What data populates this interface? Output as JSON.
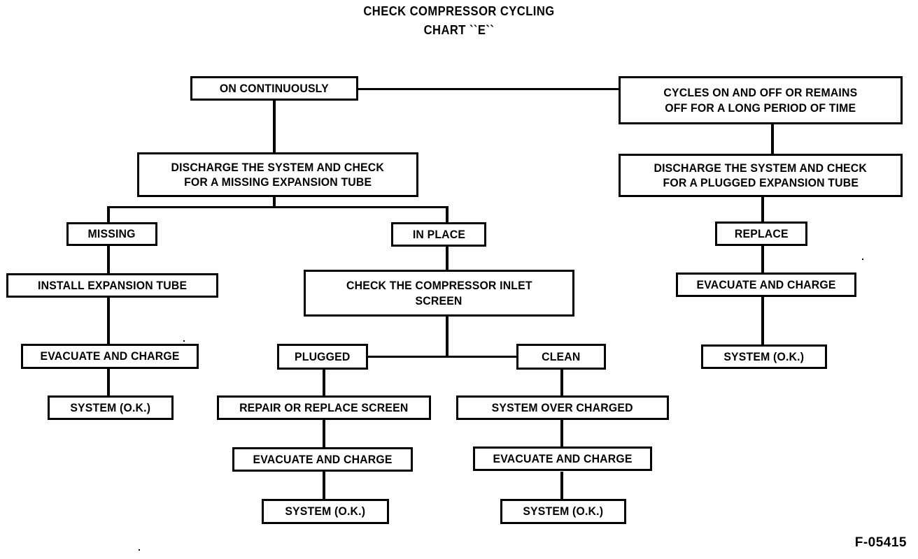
{
  "chart_data": {
    "type": "diagram",
    "title": "CHECK COMPRESSOR CYCLING",
    "subtitle": "CHART ``E``",
    "footer_code": "F-05415",
    "nodes": [
      {
        "id": "on_continuously",
        "label": "ON CONTINUOUSLY"
      },
      {
        "id": "cycles_on_off",
        "label": "CYCLES ON AND OFF OR REMAINS OFF FOR A LONG PERIOD OF TIME"
      },
      {
        "id": "discharge_missing",
        "label": "DISCHARGE THE SYSTEM AND CHECK FOR A MISSING EXPANSION TUBE"
      },
      {
        "id": "discharge_plugged",
        "label": "DISCHARGE THE SYSTEM AND CHECK FOR A PLUGGED EXPANSION TUBE"
      },
      {
        "id": "missing",
        "label": "MISSING"
      },
      {
        "id": "in_place",
        "label": "IN PLACE"
      },
      {
        "id": "replace",
        "label": "REPLACE"
      },
      {
        "id": "install_tube",
        "label": "INSTALL EXPANSION TUBE"
      },
      {
        "id": "check_screen",
        "label": "CHECK THE COMPRESSOR INLET SCREEN"
      },
      {
        "id": "evac_right",
        "label": "EVACUATE AND CHARGE"
      },
      {
        "id": "evac_left",
        "label": "EVACUATE AND CHARGE"
      },
      {
        "id": "plugged",
        "label": "PLUGGED"
      },
      {
        "id": "clean",
        "label": "CLEAN"
      },
      {
        "id": "system_ok_right",
        "label": "SYSTEM (O.K.)"
      },
      {
        "id": "system_ok_left",
        "label": "SYSTEM (O.K.)"
      },
      {
        "id": "repair_screen",
        "label": "REPAIR OR REPLACE SCREEN"
      },
      {
        "id": "system_overcharged",
        "label": "SYSTEM OVER CHARGED"
      },
      {
        "id": "evac_mid",
        "label": "EVACUATE AND CHARGE"
      },
      {
        "id": "evac_mid2",
        "label": "EVACUATE AND CHARGE"
      },
      {
        "id": "system_ok_mid",
        "label": "SYSTEM (O.K.)"
      },
      {
        "id": "system_ok_mid2",
        "label": "SYSTEM (O.K.)"
      }
    ],
    "edges": [
      {
        "from": "on_continuously",
        "to": "cycles_on_off"
      },
      {
        "from": "on_continuously",
        "to": "discharge_missing"
      },
      {
        "from": "cycles_on_off",
        "to": "discharge_plugged"
      },
      {
        "from": "discharge_missing",
        "to": "missing"
      },
      {
        "from": "discharge_missing",
        "to": "in_place"
      },
      {
        "from": "discharge_plugged",
        "to": "replace"
      },
      {
        "from": "missing",
        "to": "install_tube"
      },
      {
        "from": "in_place",
        "to": "check_screen"
      },
      {
        "from": "replace",
        "to": "evac_right"
      },
      {
        "from": "install_tube",
        "to": "evac_left"
      },
      {
        "from": "check_screen",
        "to": "plugged"
      },
      {
        "from": "check_screen",
        "to": "clean"
      },
      {
        "from": "evac_right",
        "to": "system_ok_right"
      },
      {
        "from": "evac_left",
        "to": "system_ok_left"
      },
      {
        "from": "plugged",
        "to": "repair_screen"
      },
      {
        "from": "clean",
        "to": "system_overcharged"
      },
      {
        "from": "repair_screen",
        "to": "evac_mid"
      },
      {
        "from": "system_overcharged",
        "to": "evac_mid2"
      },
      {
        "from": "evac_mid",
        "to": "system_ok_mid"
      },
      {
        "from": "evac_mid2",
        "to": "system_ok_mid2"
      }
    ],
    "colors": {
      "ink": "#000000",
      "paper": "#ffffff"
    }
  },
  "labels": {
    "title_line1": "CHECK COMPRESSOR CYCLING",
    "title_line2": "CHART ``E``",
    "on_continuously": "ON CONTINUOUSLY",
    "cycles_line1": "CYCLES ON AND OFF OR REMAINS",
    "cycles_line2": "OFF FOR A LONG PERIOD OF TIME",
    "discharge_missing_line1": "DISCHARGE THE SYSTEM AND CHECK",
    "discharge_missing_line2": "FOR A MISSING EXPANSION TUBE",
    "discharge_plugged_line1": "DISCHARGE THE SYSTEM AND CHECK",
    "discharge_plugged_line2": "FOR A PLUGGED EXPANSION TUBE",
    "missing": "MISSING",
    "in_place": "IN PLACE",
    "replace": "REPLACE",
    "install_tube": "INSTALL EXPANSION TUBE",
    "check_screen_line1": "CHECK THE COMPRESSOR INLET",
    "check_screen_line2": "SCREEN",
    "evacuate_and_charge": "EVACUATE AND CHARGE",
    "plugged": "PLUGGED",
    "clean": "CLEAN",
    "system_ok": "SYSTEM (O.K.)",
    "repair_screen": "REPAIR OR REPLACE SCREEN",
    "system_overcharged": "SYSTEM OVER CHARGED",
    "footer_code": "F-05415"
  }
}
